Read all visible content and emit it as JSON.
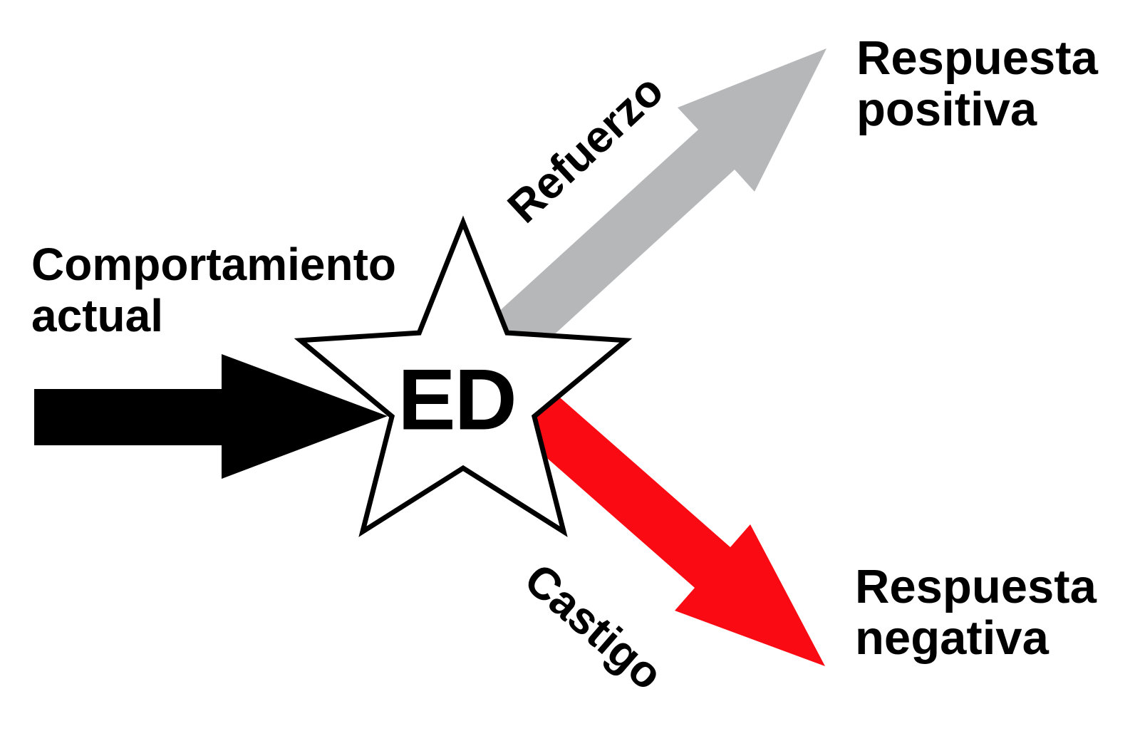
{
  "canvas": {
    "background": "#ffffff"
  },
  "labels": {
    "behavior": {
      "line1": "Comportamiento",
      "line2": "actual"
    },
    "star": "ED",
    "reinforcement": "Refuerzo",
    "punishment": "Castigo",
    "positive_response": {
      "line1": "Respuesta",
      "line2": "positiva"
    },
    "negative_response": {
      "line1": "Respuesta",
      "line2": "negativa"
    }
  },
  "colors": {
    "behavior_arrow": "#000000",
    "reinforcement_arrow": "#b6b7b9",
    "punishment_arrow": "#fa0a12",
    "star_fill": "#ffffff",
    "star_stroke": "#000000",
    "text": "#000000"
  }
}
